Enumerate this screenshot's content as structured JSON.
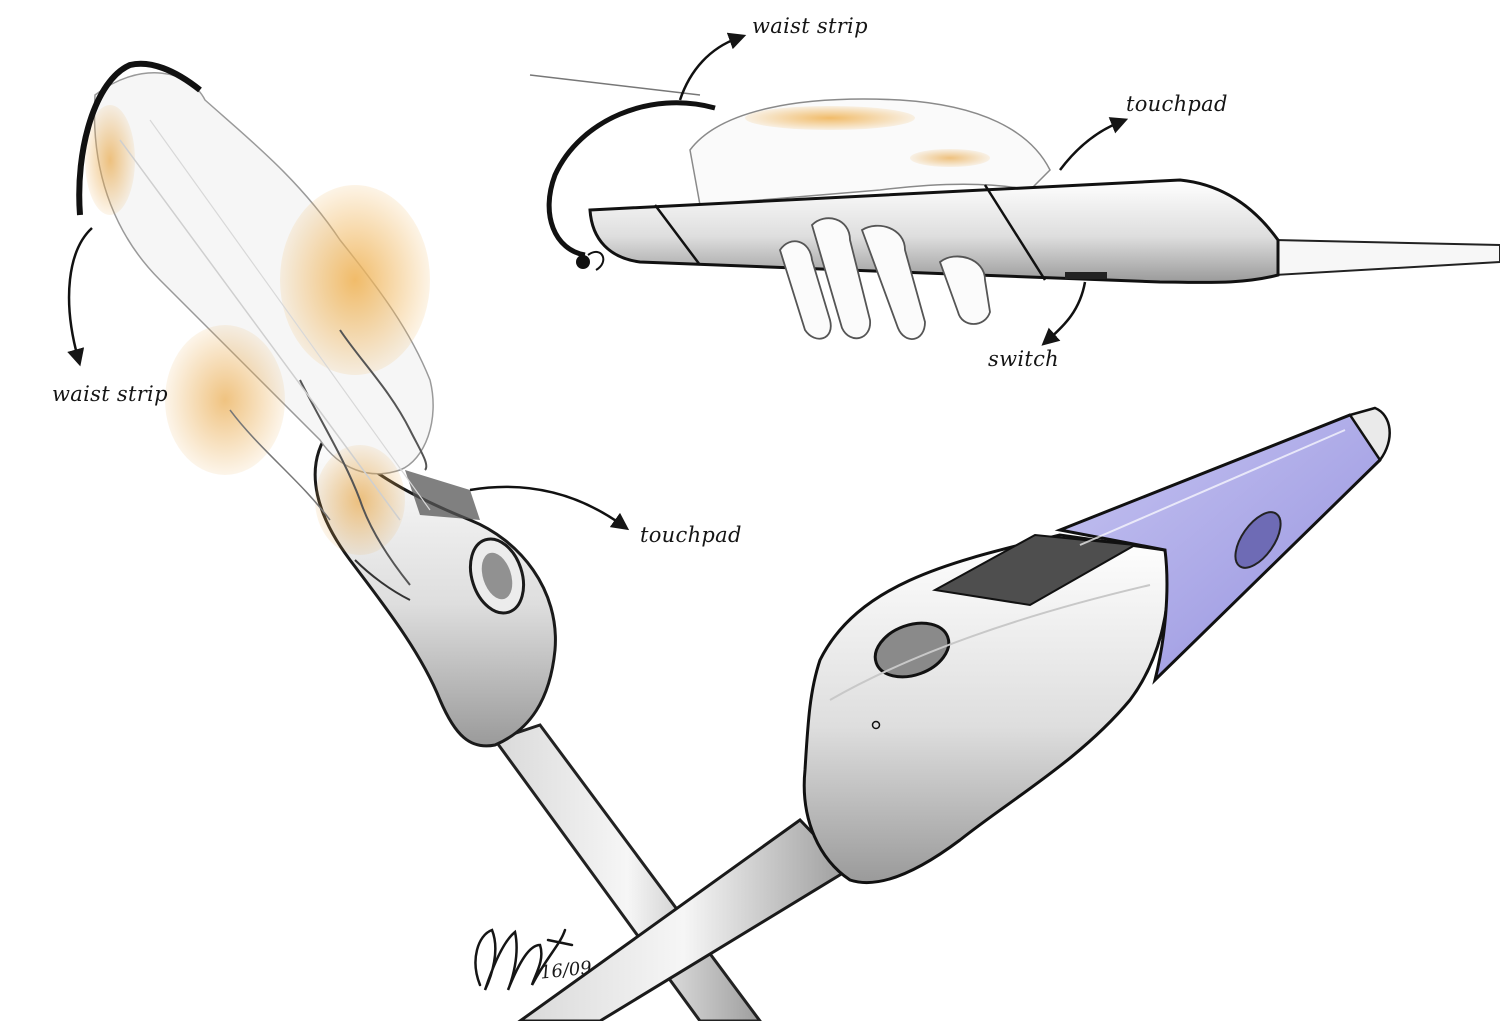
{
  "labels": {
    "waist_strip_left": "waist strip",
    "waist_strip_top": "waist strip",
    "touchpad_top": "touchpad",
    "switch": "switch",
    "touchpad_left": "touchpad"
  },
  "signature": {
    "date": "16/09"
  },
  "colors": {
    "ink": "#151515",
    "skin": "#e9a94a",
    "grip_blue": "#aaa7e8",
    "graphite": "#8a8a8a"
  },
  "icons": {
    "signature": "signature-mark"
  }
}
